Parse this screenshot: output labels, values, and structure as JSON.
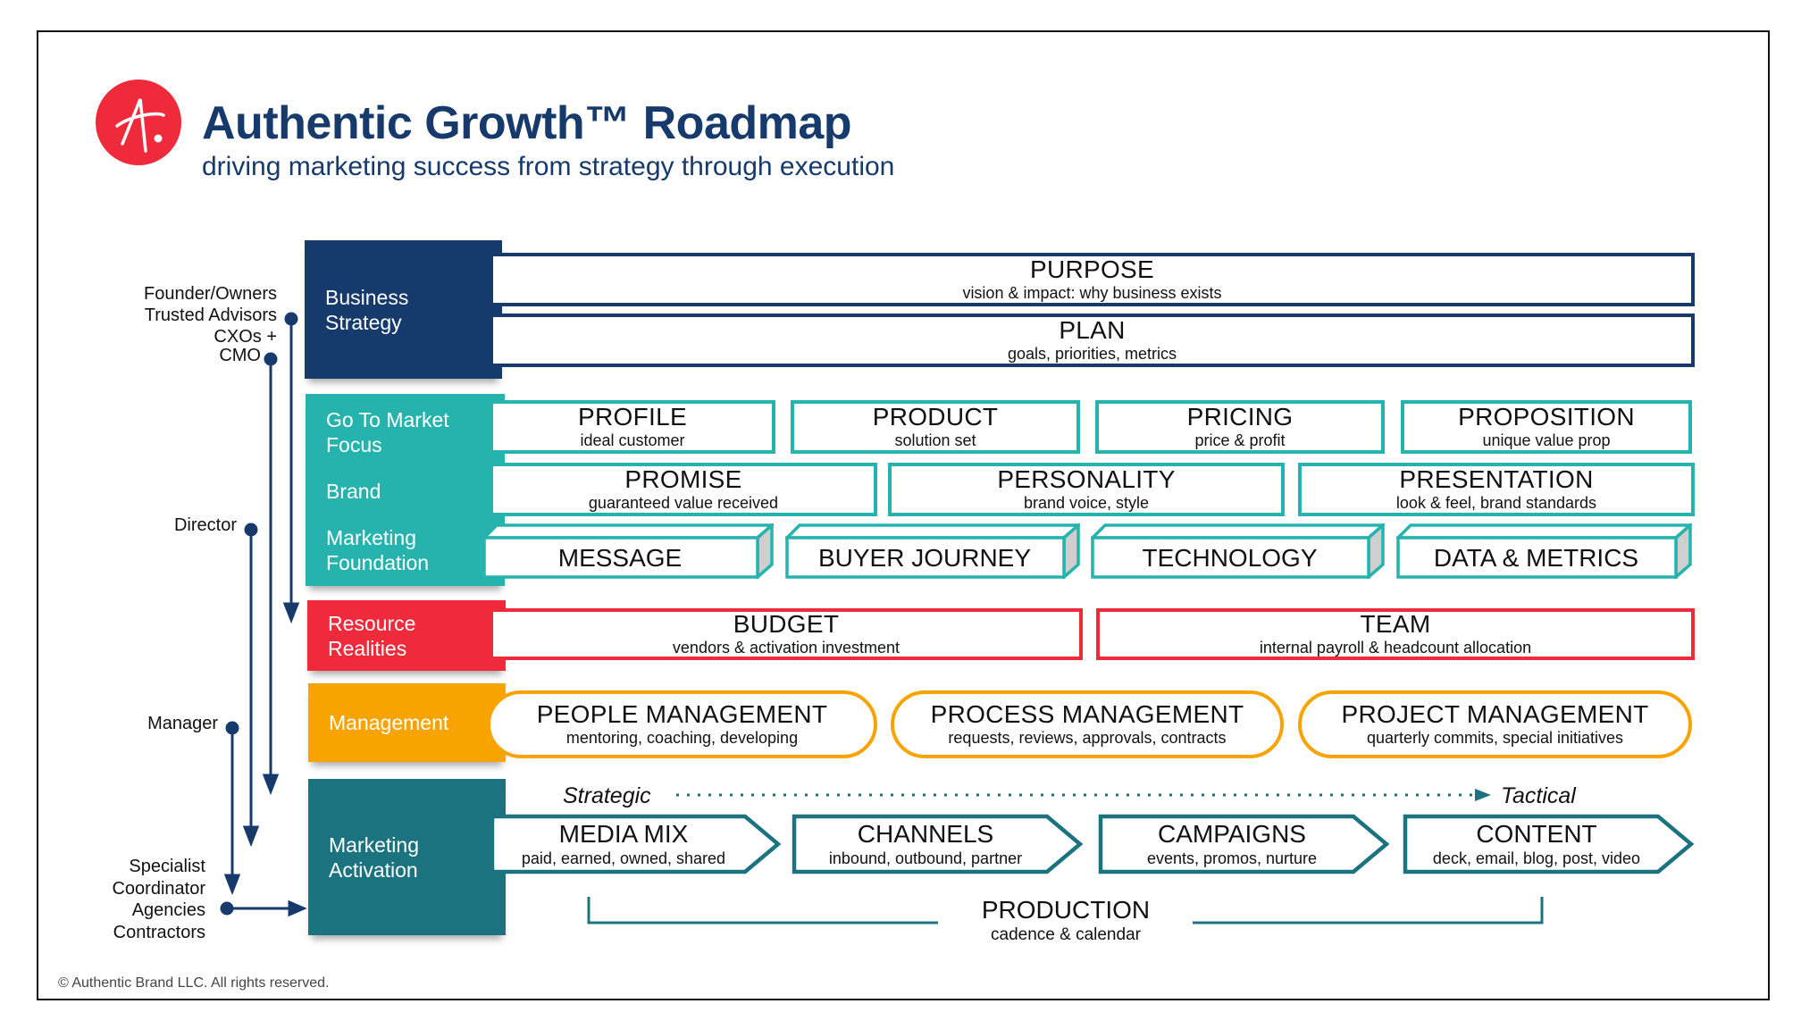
{
  "header": {
    "title": "Authentic Growth™ Roadmap",
    "subtitle": "driving marketing success from strategy through execution",
    "logo_letter": "A"
  },
  "colors": {
    "navy": "#163a6c",
    "teal": "#26b3ad",
    "red": "#ee2a3b",
    "orange": "#f8a300",
    "dark_teal": "#1b7380"
  },
  "roles": {
    "founder": "Founder/Owners",
    "advisors": "Trusted Advisors",
    "cxos": "CXOs +",
    "cmo": "CMO",
    "director": "Director",
    "manager": "Manager",
    "specialist": "Specialist",
    "coordinator": "Coordinator",
    "agencies": "Agencies",
    "contractors": "Contractors"
  },
  "layers": {
    "business_strategy": [
      "Business",
      "Strategy"
    ],
    "gtm": {
      "focus": [
        "Go To Market",
        "Focus"
      ],
      "brand": "Brand",
      "foundation": [
        "Marketing",
        "Foundation"
      ]
    },
    "resource": [
      "Resource",
      "Realities"
    ],
    "management": "Management",
    "activation": [
      "Marketing",
      "Activation"
    ]
  },
  "strategy_boxes": [
    {
      "title": "PURPOSE",
      "sub": "vision & impact: why business exists"
    },
    {
      "title": "PLAN",
      "sub": "goals, priorities, metrics"
    }
  ],
  "focus_boxes": [
    {
      "title": "PROFILE",
      "sub": "ideal customer"
    },
    {
      "title": "PRODUCT",
      "sub": "solution set"
    },
    {
      "title": "PRICING",
      "sub": "price & profit"
    },
    {
      "title": "PROPOSITION",
      "sub": "unique value prop"
    }
  ],
  "brand_boxes": [
    {
      "title": "PROMISE",
      "sub": "guaranteed value received"
    },
    {
      "title": "PERSONALITY",
      "sub": "brand voice, style"
    },
    {
      "title": "PRESENTATION",
      "sub": "look & feel, brand standards"
    }
  ],
  "foundation_boxes": [
    {
      "title": "MESSAGE"
    },
    {
      "title": "BUYER JOURNEY"
    },
    {
      "title": "TECHNOLOGY"
    },
    {
      "title": "DATA & METRICS"
    }
  ],
  "resource_boxes": [
    {
      "title": "BUDGET",
      "sub": "vendors & activation investment"
    },
    {
      "title": "TEAM",
      "sub": "internal payroll & headcount allocation"
    }
  ],
  "management_boxes": [
    {
      "title": "PEOPLE MANAGEMENT",
      "sub": "mentoring, coaching, developing"
    },
    {
      "title": "PROCESS MANAGEMENT",
      "sub": "requests, reviews, approvals, contracts"
    },
    {
      "title": "PROJECT MANAGEMENT",
      "sub": "quarterly commits, special initiatives"
    }
  ],
  "activation": {
    "strategic": "Strategic",
    "tactical": "Tactical",
    "chevrons": [
      {
        "title": "MEDIA MIX",
        "sub": "paid, earned, owned, shared"
      },
      {
        "title": "CHANNELS",
        "sub": "inbound, outbound, partner"
      },
      {
        "title": "CAMPAIGNS",
        "sub": "events, promos, nurture"
      },
      {
        "title": "CONTENT",
        "sub": "deck, email, blog, post, video"
      }
    ],
    "production": {
      "title": "PRODUCTION",
      "sub": "cadence & calendar"
    }
  },
  "footer": "© Authentic Brand LLC. All rights reserved."
}
